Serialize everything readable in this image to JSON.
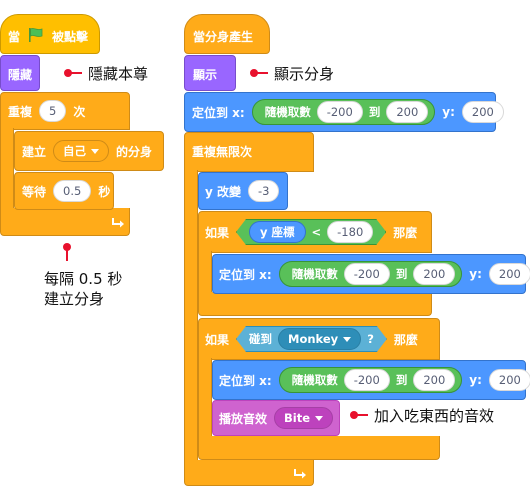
{
  "script1": {
    "hat": {
      "prefix": "當",
      "icon": "green-flag-icon",
      "suffix": "被點擊"
    },
    "hide": "隱藏",
    "repeat": {
      "label": "重複",
      "count": "5",
      "unit": "次"
    },
    "create_clone": {
      "label": "建立",
      "target": "自己",
      "suffix": "的分身"
    },
    "wait": {
      "label": "等待",
      "value": "0.5",
      "unit": "秒"
    },
    "loop_icon": "loop-arrow-icon"
  },
  "script2": {
    "hat": "當分身產生",
    "show": "顯示",
    "goto1": {
      "label": "定位到 x:",
      "random": "隨機取數",
      "from": "-200",
      "to_label": "到",
      "to": "200",
      "y_label": "y:",
      "y": "200"
    },
    "forever": "重複無限次",
    "change_y": {
      "label": "y 改變",
      "value": "-3"
    },
    "if1": {
      "if": "如果",
      "reporter": "y 座標",
      "op": "<",
      "value": "-180",
      "then": "那麼"
    },
    "goto2": {
      "label": "定位到 x:",
      "random": "隨機取數",
      "from": "-200",
      "to_label": "到",
      "to": "200",
      "y_label": "y:",
      "y": "200"
    },
    "if2": {
      "if": "如果",
      "touching": "碰到",
      "target": "Monkey",
      "q": "?",
      "then": "那麼"
    },
    "goto3": {
      "label": "定位到 x:",
      "random": "隨機取數",
      "from": "-200",
      "to_label": "到",
      "to": "200",
      "y_label": "y:",
      "y": "200"
    },
    "play_sound": {
      "label": "播放音效",
      "sound": "Bite"
    },
    "loop_icon": "loop-arrow-icon"
  },
  "annotations": {
    "hide_note": "隱藏本尊",
    "show_note": "顯示分身",
    "clone_note_line1": "每隔 0.5 秒",
    "clone_note_line2": "建立分身",
    "sound_note": "加入吃東西的音效"
  },
  "colors": {
    "events": "#FFBF00",
    "control": "#FFAB19",
    "looks": "#9966FF",
    "motion": "#4C97FF",
    "sound": "#CF63CF",
    "operators": "#59C059",
    "sensing": "#5CB1D6",
    "annotation": "#E8112D"
  }
}
